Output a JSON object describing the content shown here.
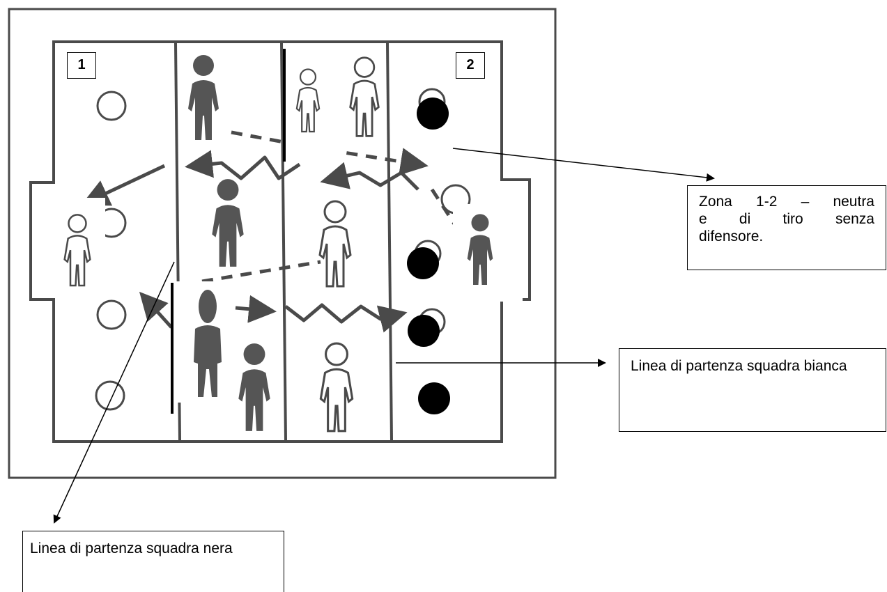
{
  "zones": {
    "left": "1",
    "right": "2"
  },
  "callouts": {
    "neutral_zone": [
      "Zona  1-2 – neutra",
      "e  di  tiro  senza",
      "difensore."
    ],
    "white_start": "Linea di partenza squadra bianca",
    "black_start": "Linea di partenza squadra nera"
  },
  "colors": {
    "line": "#4a4a4a",
    "dark_player": "#555555",
    "black": "#000000",
    "white": "#ffffff"
  }
}
